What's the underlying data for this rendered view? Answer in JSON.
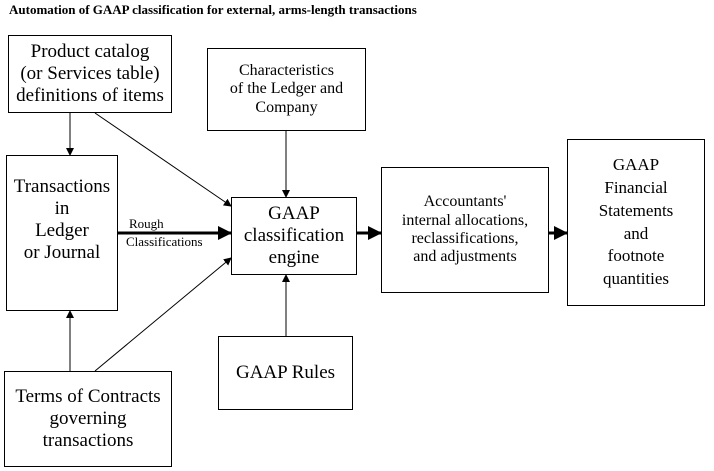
{
  "title": "Automation of GAAP classification for external, arms-length transactions",
  "boxes": {
    "product_catalog": "Product catalog\n(or Services table)\ndefinitions of items",
    "characteristics": "Characteristics\nof the Ledger and\nCompany",
    "transactions": "Transactions\nin\nLedger\nor Journal",
    "engine": "GAAP\nclassification\nengine",
    "accountants": "Accountants'\ninternal allocations,\nreclassifications,\nand adjustments",
    "financial": "GAAP\nFinancial\nStatements\nand\nfootnote\nquantities",
    "rules": "GAAP Rules",
    "terms": "Terms of Contracts\ngoverning\ntransactions"
  },
  "labels": {
    "rough": "Rough",
    "classifications": "Classifications"
  }
}
